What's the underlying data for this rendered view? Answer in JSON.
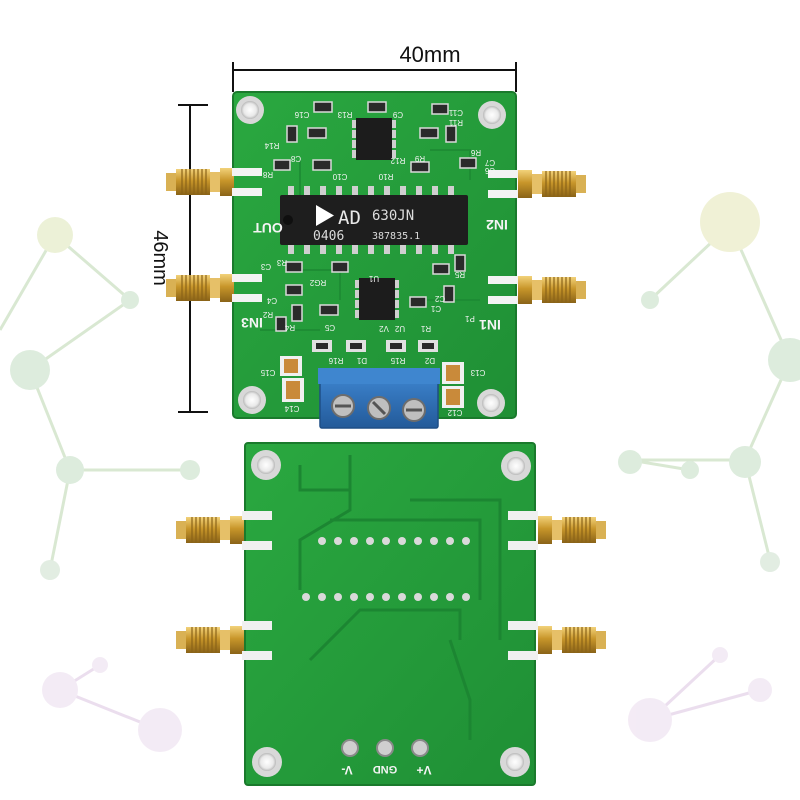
{
  "dimensions": {
    "width_label": "40mm",
    "height_label": "46mm"
  },
  "top_board": {
    "connectors": {
      "out": "OUT",
      "in2": "IN2",
      "in3": "IN3",
      "in1": "IN1"
    },
    "chip": {
      "logo": "AD",
      "part": "630JN",
      "date_code": "0406",
      "lot": "387835.1"
    },
    "silkscreen": {
      "c16": "C16",
      "r13": "R13",
      "c9": "C9",
      "c11": "C11",
      "r11": "R11",
      "r14": "R14",
      "c8": "C8",
      "r8": "R8",
      "c10": "C10",
      "r12": "R12",
      "r9": "R9",
      "c7": "C7",
      "r3": "R3",
      "r10": "R10",
      "r6": "R6",
      "c6": "C6",
      "c3": "C3",
      "r5": "R5",
      "rg2": "RG2",
      "u1": "U1",
      "c2": "C2",
      "c4": "C4",
      "r2": "R2",
      "c1": "C1",
      "r4": "R4",
      "c5": "C5",
      "v2": "V2",
      "u2": "U2",
      "r1": "R1",
      "p1": "P1",
      "r16": "R16",
      "d1": "D1",
      "r15": "R15",
      "d2": "D2",
      "c15": "C15",
      "c13": "C13",
      "c14": "C14",
      "c12": "C12"
    }
  },
  "bottom_board": {
    "power_labels": {
      "vminus": "V-",
      "gnd": "GND",
      "vplus": "V+"
    }
  },
  "colors": {
    "pcb_green": "#25a23c",
    "terminal_blue": "#2f6fb8",
    "sma_gold": "#d4a437",
    "background_network": "#bcd7b2"
  }
}
